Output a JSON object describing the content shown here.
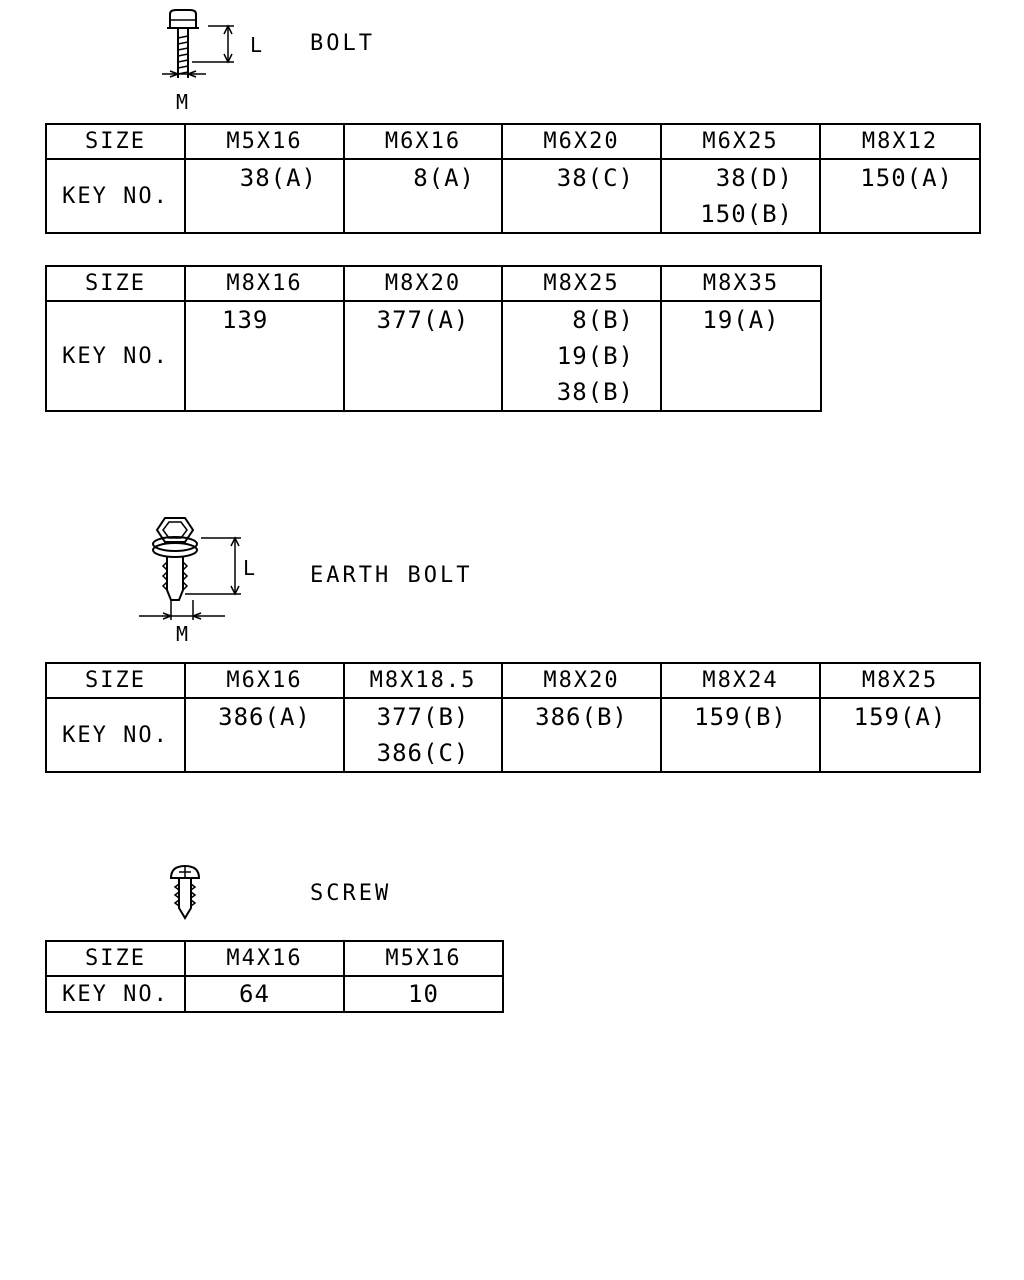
{
  "bolt": {
    "title": "BOLT",
    "dim_length": "L",
    "dim_diameter": "M",
    "row_header": "SIZE",
    "row_label": "KEY NO.",
    "table1": {
      "sizes": [
        "M5X16",
        "M6X16",
        "M6X20",
        "M6X25",
        "M8X12"
      ],
      "keys": [
        [
          "38(A)"
        ],
        [
          "8(A)"
        ],
        [
          "38(C)"
        ],
        [
          "38(D)",
          "150(B)"
        ],
        [
          "150(A)"
        ]
      ]
    },
    "table2": {
      "sizes": [
        "M8X16",
        "M8X20",
        "M8X25",
        "M8X35"
      ],
      "keys": [
        [
          "139"
        ],
        [
          "377(A)"
        ],
        [
          "8(B)",
          "19(B)",
          "38(B)"
        ],
        [
          "19(A)"
        ]
      ]
    }
  },
  "earth_bolt": {
    "title": "EARTH BOLT",
    "dim_length": "L",
    "dim_diameter": "M",
    "row_header": "SIZE",
    "row_label": "KEY NO.",
    "table": {
      "sizes": [
        "M6X16",
        "M8X18.5",
        "M8X20",
        "M8X24",
        "M8X25"
      ],
      "keys": [
        [
          "386(A)"
        ],
        [
          "377(B)",
          "386(C)"
        ],
        [
          "386(B)"
        ],
        [
          "159(B)"
        ],
        [
          "159(A)"
        ]
      ]
    }
  },
  "screw": {
    "title": "SCREW",
    "row_header": "SIZE",
    "row_label": "KEY NO.",
    "table": {
      "sizes": [
        "M4X16",
        "M5X16"
      ],
      "keys": [
        [
          "64"
        ],
        [
          "10"
        ]
      ]
    }
  }
}
